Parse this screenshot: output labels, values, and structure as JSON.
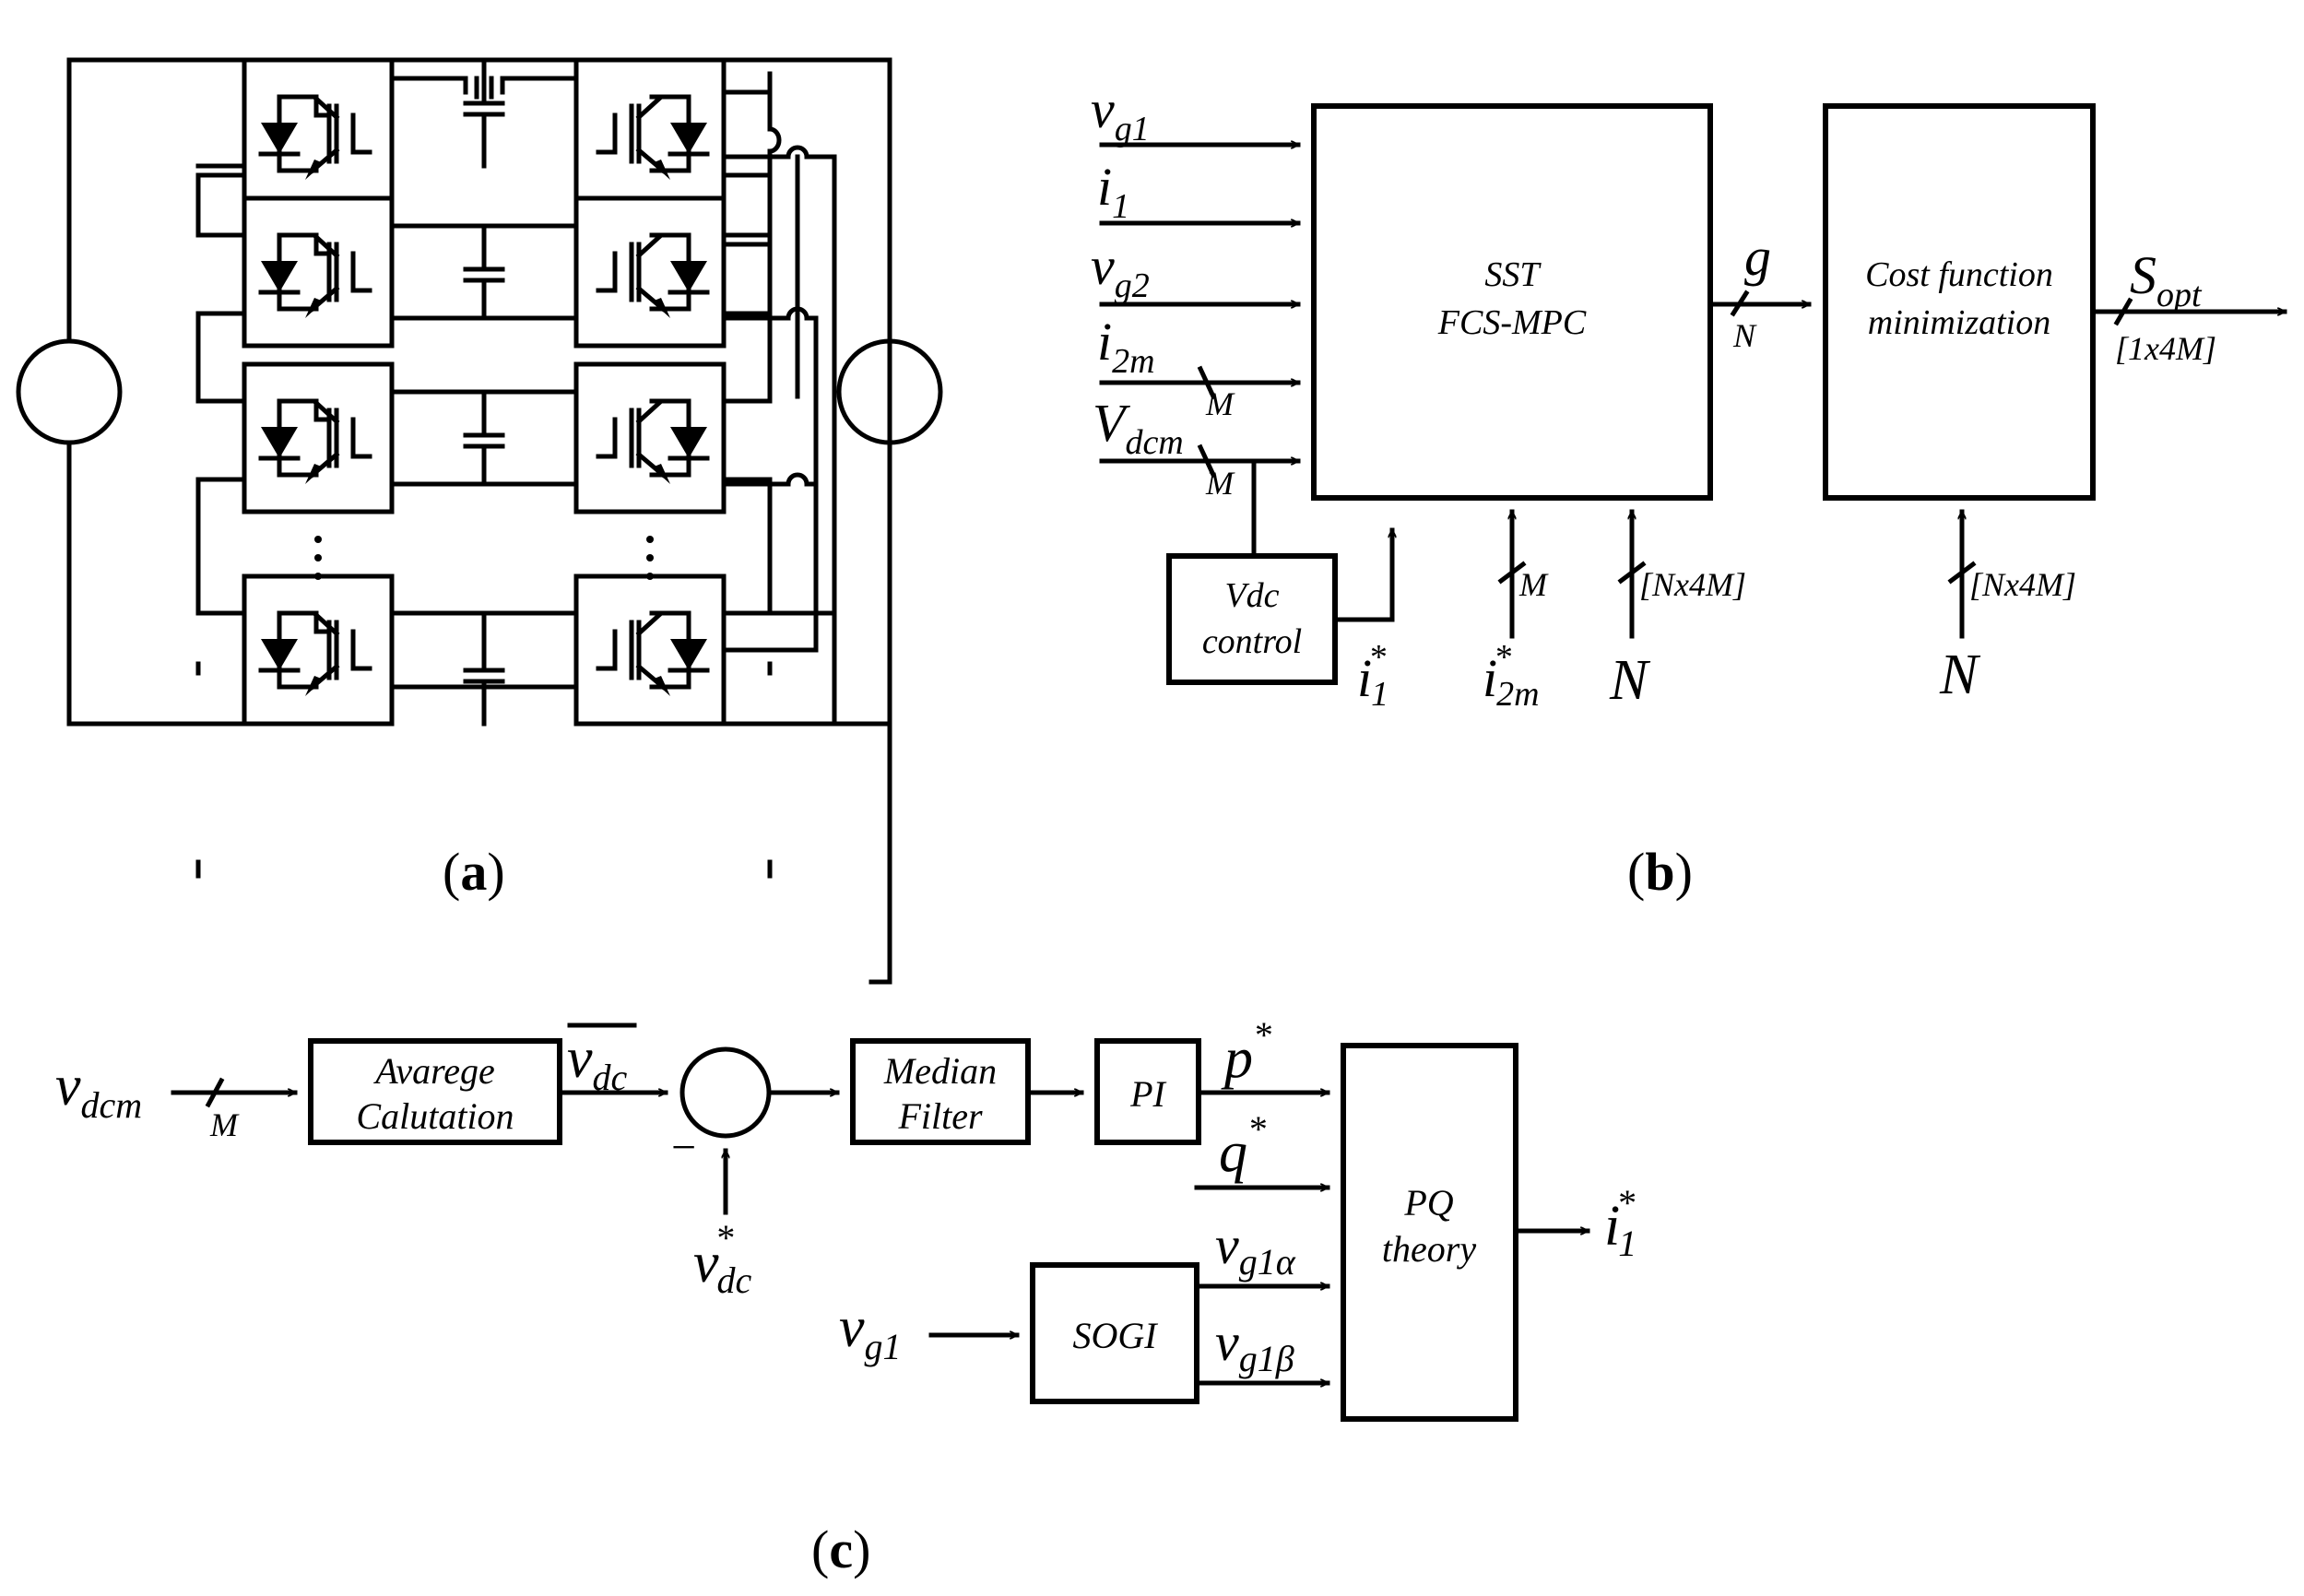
{
  "captions": {
    "a": "a",
    "b": "b",
    "c": "c"
  },
  "panel_b": {
    "inputs": {
      "vg1": {
        "base": "v",
        "sub": "g1"
      },
      "i1": {
        "base": "i",
        "sub": "1"
      },
      "vg2": {
        "base": "v",
        "sub": "g2"
      },
      "i2m": {
        "base": "i",
        "sub": "2m"
      },
      "vdcm": {
        "base": "V",
        "sub": "dcm"
      }
    },
    "bus_labels": {
      "i2m": "M",
      "vdcm": "M",
      "g": "N",
      "sopt": "[1x4M]",
      "i2m_ref": "M",
      "n_mpc": "[Nx4M]",
      "n_cost": "[Nx4M]"
    },
    "mpc_block": {
      "line1": "SST",
      "line2": "FCS-MPC"
    },
    "cost_block": {
      "line1": "Cost function",
      "line2": "minimization"
    },
    "vdc_block": {
      "line1": "Vdc",
      "line2": "control"
    },
    "g_label": "g",
    "sopt": {
      "base": "S",
      "sub": "opt"
    },
    "i1_ref": {
      "base": "i",
      "sub": "1",
      "sup": "*"
    },
    "i2m_ref": {
      "base": "i",
      "sub": "2m",
      "sup": "*"
    },
    "n1": "N",
    "n2": "N"
  },
  "panel_c": {
    "vdcm": {
      "base": "v",
      "sub": "dcm"
    },
    "vdcm_bus": "M",
    "avg_block": {
      "line1": "Avarege",
      "line2": "Calutation"
    },
    "vdc_bar": {
      "base": "v",
      "sub": "dc"
    },
    "vdc_ref": {
      "base": "v",
      "sub": "dc",
      "sup": "*"
    },
    "minus": "−",
    "median_block": {
      "line1": "Median",
      "line2": "Filter"
    },
    "pi_block": "PI",
    "p_ref": {
      "base": "p",
      "sup": "*"
    },
    "q_ref": {
      "base": "q",
      "sup": "*"
    },
    "vg1": {
      "base": "v",
      "sub": "g1"
    },
    "sogi_block": "SOGI",
    "vg1a": {
      "base": "v",
      "sub": "g1α"
    },
    "vg1b": {
      "base": "v",
      "sub": "g1β"
    },
    "pq_block": {
      "line1": "PQ",
      "line2": "theory"
    },
    "i1_ref": {
      "base": "i",
      "sub": "1",
      "sup": "*"
    }
  }
}
